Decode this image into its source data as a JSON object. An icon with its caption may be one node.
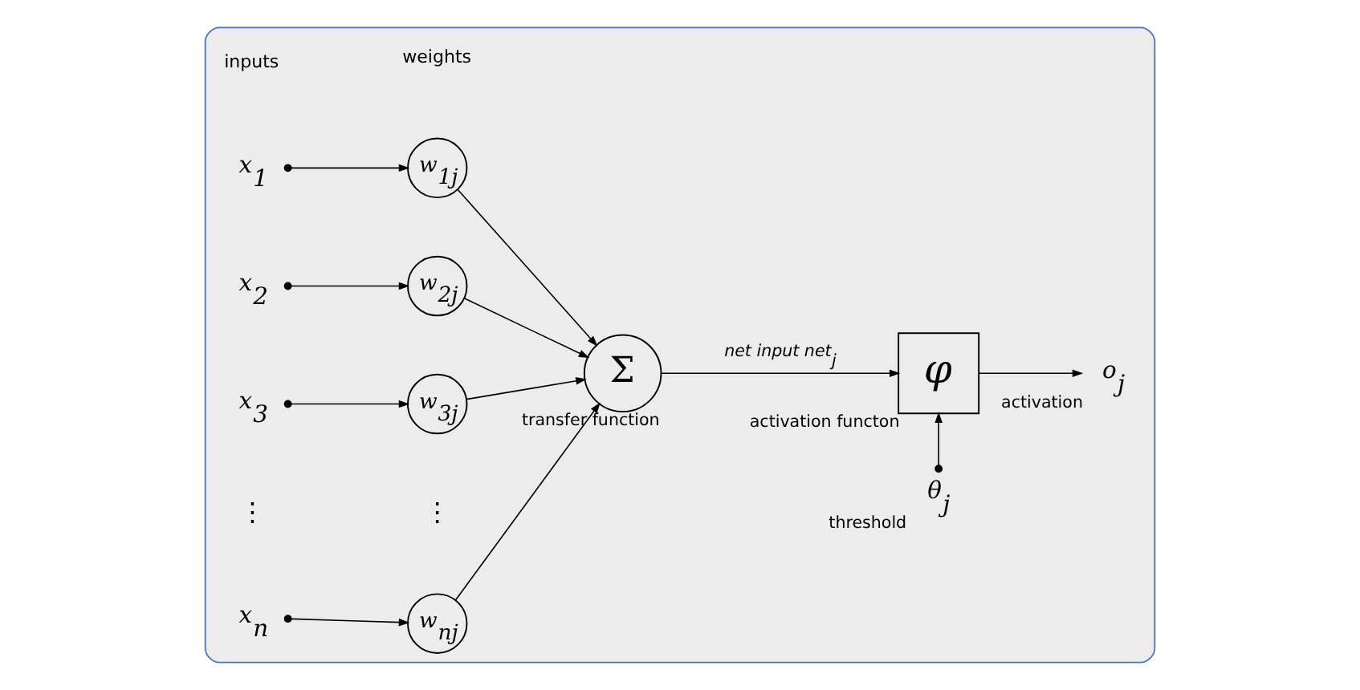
{
  "diagram": {
    "nodes": [
      {
        "text": [],
        "shape": "bubble"
      },
      {
        "text": [
          "x$_{1}$"
        ],
        "in": 0
      },
      {
        "text": [
          "w$_{1j}$"
        ],
        "in": 0
      },
      {
        "text": [
          "x$_{2}$"
        ],
        "in": 0
      },
      {
        "text": [
          "w$_{2j}$"
        ],
        "in": 0
      },
      {
        "text": [
          "x$_{3}$"
        ],
        "in": 0
      },
      {
        "text": [
          "w$_{3j}$"
        ],
        "in": 0
      },
      {
        "text": [
          "x$_{n}$"
        ],
        "in": 0
      },
      {
        "text": [
          "w$_{nj}$"
        ],
        "in": 0
      },
      {
        "text": [
          "Σ"
        ],
        "in": 0,
        "beside": [
          "transfer function"
        ]
      },
      {
        "text": [
          "φ"
        ],
        "in": 0,
        "beside": [
          "activation functon"
        ]
      },
      {
        "text": [
          "o$_{j}$"
        ],
        "in": 0,
        "beside": [
          "activation"
        ]
      },
      {
        "text": [
          "θ$_{j}$"
        ],
        "in": 0,
        "beside": [
          "threshold"
        ]
      }
    ],
    "edges": [
      {
        "from": 1,
        "to": 2,
        "arrow": "to"
      },
      {
        "from": 3,
        "to": 4,
        "arrow": "to"
      },
      {
        "from": 5,
        "to": 6,
        "arrow": "to"
      },
      {
        "from": 7,
        "to": 8,
        "arrow": "to"
      },
      {
        "from": 2,
        "to": 9,
        "arrow": "to"
      },
      {
        "from": 4,
        "to": 9,
        "arrow": "to"
      },
      {
        "from": 6,
        "to": 9,
        "arrow": "to"
      },
      {
        "from": 8,
        "to": 9,
        "arrow": "to"
      },
      {
        "from": 9,
        "to": 10,
        "arrow": "to",
        "label": "net input net$_{j}$"
      },
      {
        "from": 10,
        "to": 11,
        "arrow": "to"
      },
      {
        "from": 12,
        "to": 10,
        "arrow": "to"
      }
    ],
    "labels": [
      "inputs",
      "weights",
      "⋮",
      "⋮"
    ]
  }
}
